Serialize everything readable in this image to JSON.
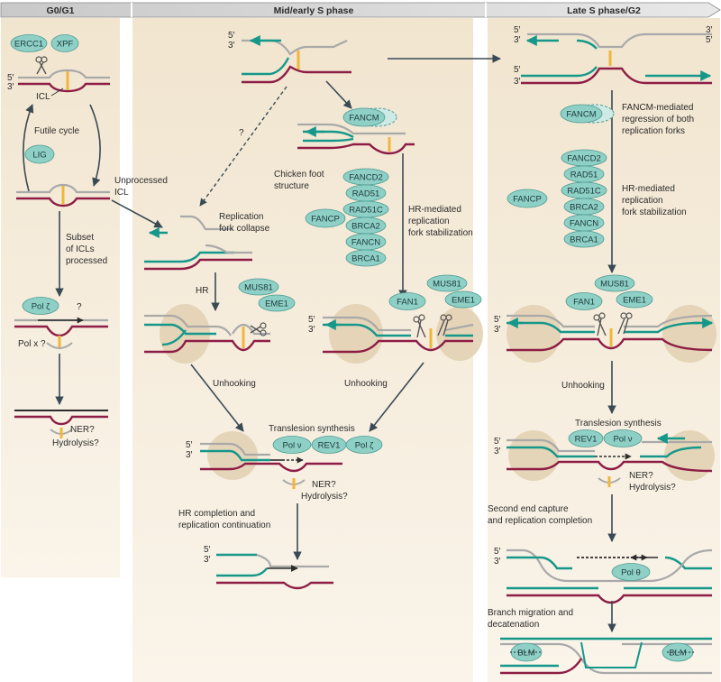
{
  "phases": {
    "g0": "G0/G1",
    "mid": "Mid/early S phase",
    "late": "Late S phase/G2"
  },
  "strand_labels": {
    "five": "5′",
    "three": "3′"
  },
  "colors": {
    "panel": "#f3e8d4",
    "oval": "#8ecfc6",
    "oval_stroke": "#4c9c93",
    "teal": "#15978a",
    "maroon": "#8d1d45",
    "gray": "#a9a9a9",
    "lesion": "#f0b63c",
    "halo": "#e2d0b0",
    "arrow": "#3a4a55"
  },
  "g0": {
    "icl": "ICL",
    "futile_cycle": "Futile cycle",
    "unprocessed": [
      "Unprocessed",
      "ICL"
    ],
    "subset": [
      "Subset",
      "of ICLs",
      "processed"
    ],
    "pol_x": "Pol x ?",
    "pol_zeta_q": "?",
    "ner": [
      "NER?",
      "Hydrolysis?"
    ]
  },
  "mid": {
    "q": "?",
    "chicken": [
      "Chicken foot",
      "structure"
    ],
    "hr_stab": [
      "HR-mediated",
      "replication",
      "fork stabilization"
    ],
    "collapse": [
      "Replication",
      "fork collapse"
    ],
    "hr": "HR",
    "unhooking": "Unhooking",
    "unhooking2": "Unhooking",
    "tls": "Translesion synthesis",
    "ner": [
      "NER?",
      "Hydrolysis?"
    ],
    "hr_completion": [
      "HR completion and",
      "replication continuation"
    ]
  },
  "late": {
    "regression": [
      "FANCM-mediated",
      "regression of both",
      "replication forks"
    ],
    "hr_stab": [
      "HR-mediated",
      "replication",
      "fork stabilization"
    ],
    "unhooking": "Unhooking",
    "tls": "Translesion synthesis",
    "ner": [
      "NER?",
      "Hydrolysis?"
    ],
    "second_end": [
      "Second end capture",
      "and replication completion"
    ],
    "branch": [
      "Branch migration and",
      "decatenation"
    ]
  },
  "proteins": {
    "ercc1": "ERCC1",
    "xpf": "XPF",
    "lig": "LIG",
    "pol_zeta": "Pol ζ",
    "fancm": "FANCM",
    "fancd2": "FANCD2",
    "rad51": "RAD51",
    "rad51c": "RAD51C",
    "brca2": "BRCA2",
    "fancn": "FANCN",
    "brca1": "BRCA1",
    "fancp": "FANCP",
    "mus81": "MUS81",
    "eme1": "EME1",
    "fan1": "FAN1",
    "pol_nu": "Pol ν",
    "rev1": "REV1",
    "pol_theta": "Pol θ",
    "blm": "BLM"
  }
}
